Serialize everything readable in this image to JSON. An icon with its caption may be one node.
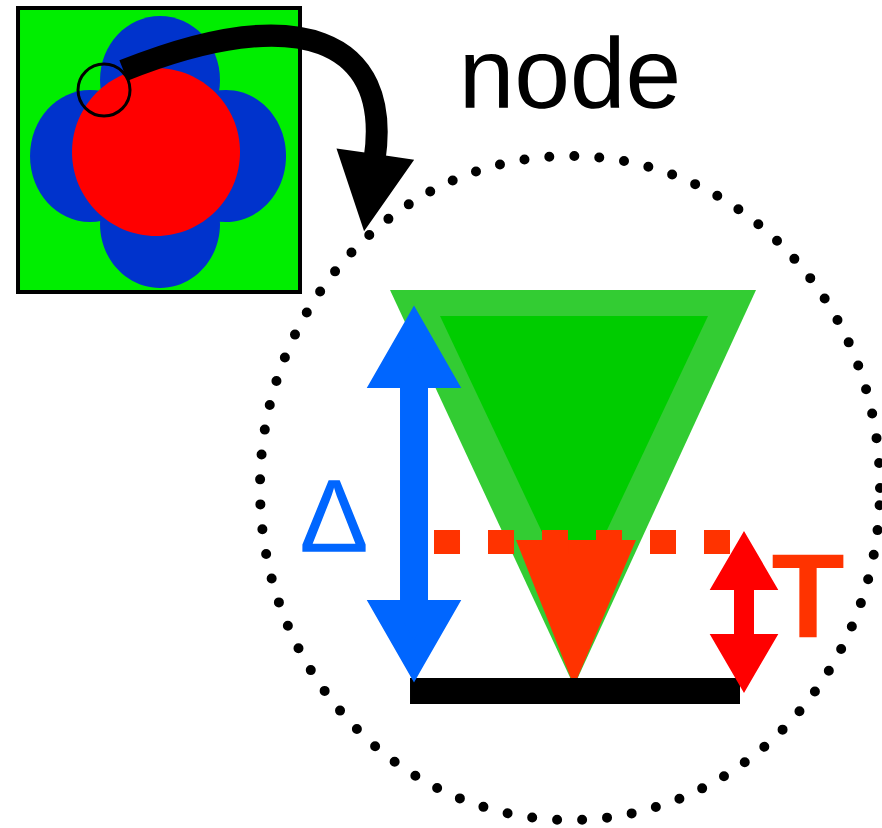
{
  "diagram": {
    "nodes": [
      {
        "text": [],
        "shape": "circle"
      },
      {
        "text": [
          "node"
        ]
      }
    ],
    "edges": [
      {
        "from": 0,
        "to": 1,
        "arrow": "to"
      }
    ],
    "labels": [
      "Δ",
      "T"
    ]
  }
}
